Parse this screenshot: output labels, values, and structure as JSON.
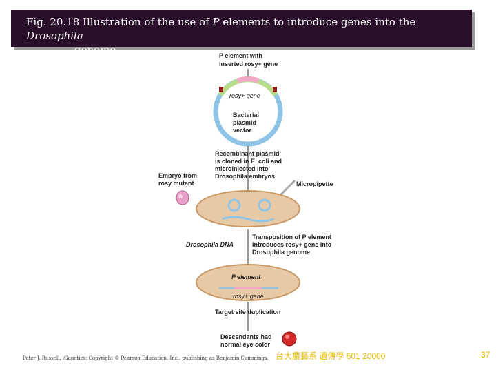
{
  "title": {
    "prefix": "Fig. 20.18  Illustration of the use of ",
    "italic1": "P",
    "middle": " elements to introduce genes into the ",
    "italic2": "Drosophila",
    "line2": "genome"
  },
  "figure": {
    "p_element_line1": "P element with",
    "p_element_line2": "inserted rosy+ gene",
    "rosy_gene": "rosy+ gene",
    "bacterial_1": "Bacterial",
    "bacterial_2": "plasmid",
    "bacterial_3": "vector",
    "recomb_1": "Recombinant plasmid",
    "recomb_2": "is cloned in E. coli and",
    "recomb_3": "microinjected into",
    "recomb_4": "Drosophila embryos",
    "embryo_1": "Embryo from",
    "embryo_2": "rosy mutant",
    "micropipette": "Micropipette",
    "dros_dna": "Drosophila DNA",
    "transp_1": "Transposition of P element",
    "transp_2": "introduces rosy+ gene into",
    "transp_3": "Drosophila genome",
    "p_element": "P element",
    "rosy_gene2": "rosy+ gene",
    "target": "Target site duplication",
    "desc_1": "Descendants had",
    "desc_2": "normal eye color"
  },
  "footer": {
    "credit": "Peter J. Russell, iGenetics: Copyright © Pearson Education, Inc., publishing as Benjamin Cummings.",
    "institution": "台大農藝系 遺傳學 601 20000",
    "page": "37"
  },
  "colors": {
    "title_bg": "#2a0f2b",
    "plasmid": "#8ec5e6",
    "pink": "#f2a6c8",
    "green": "#b8dc8a",
    "embryo": "#e8c9a6",
    "accent": "#e6b800"
  }
}
